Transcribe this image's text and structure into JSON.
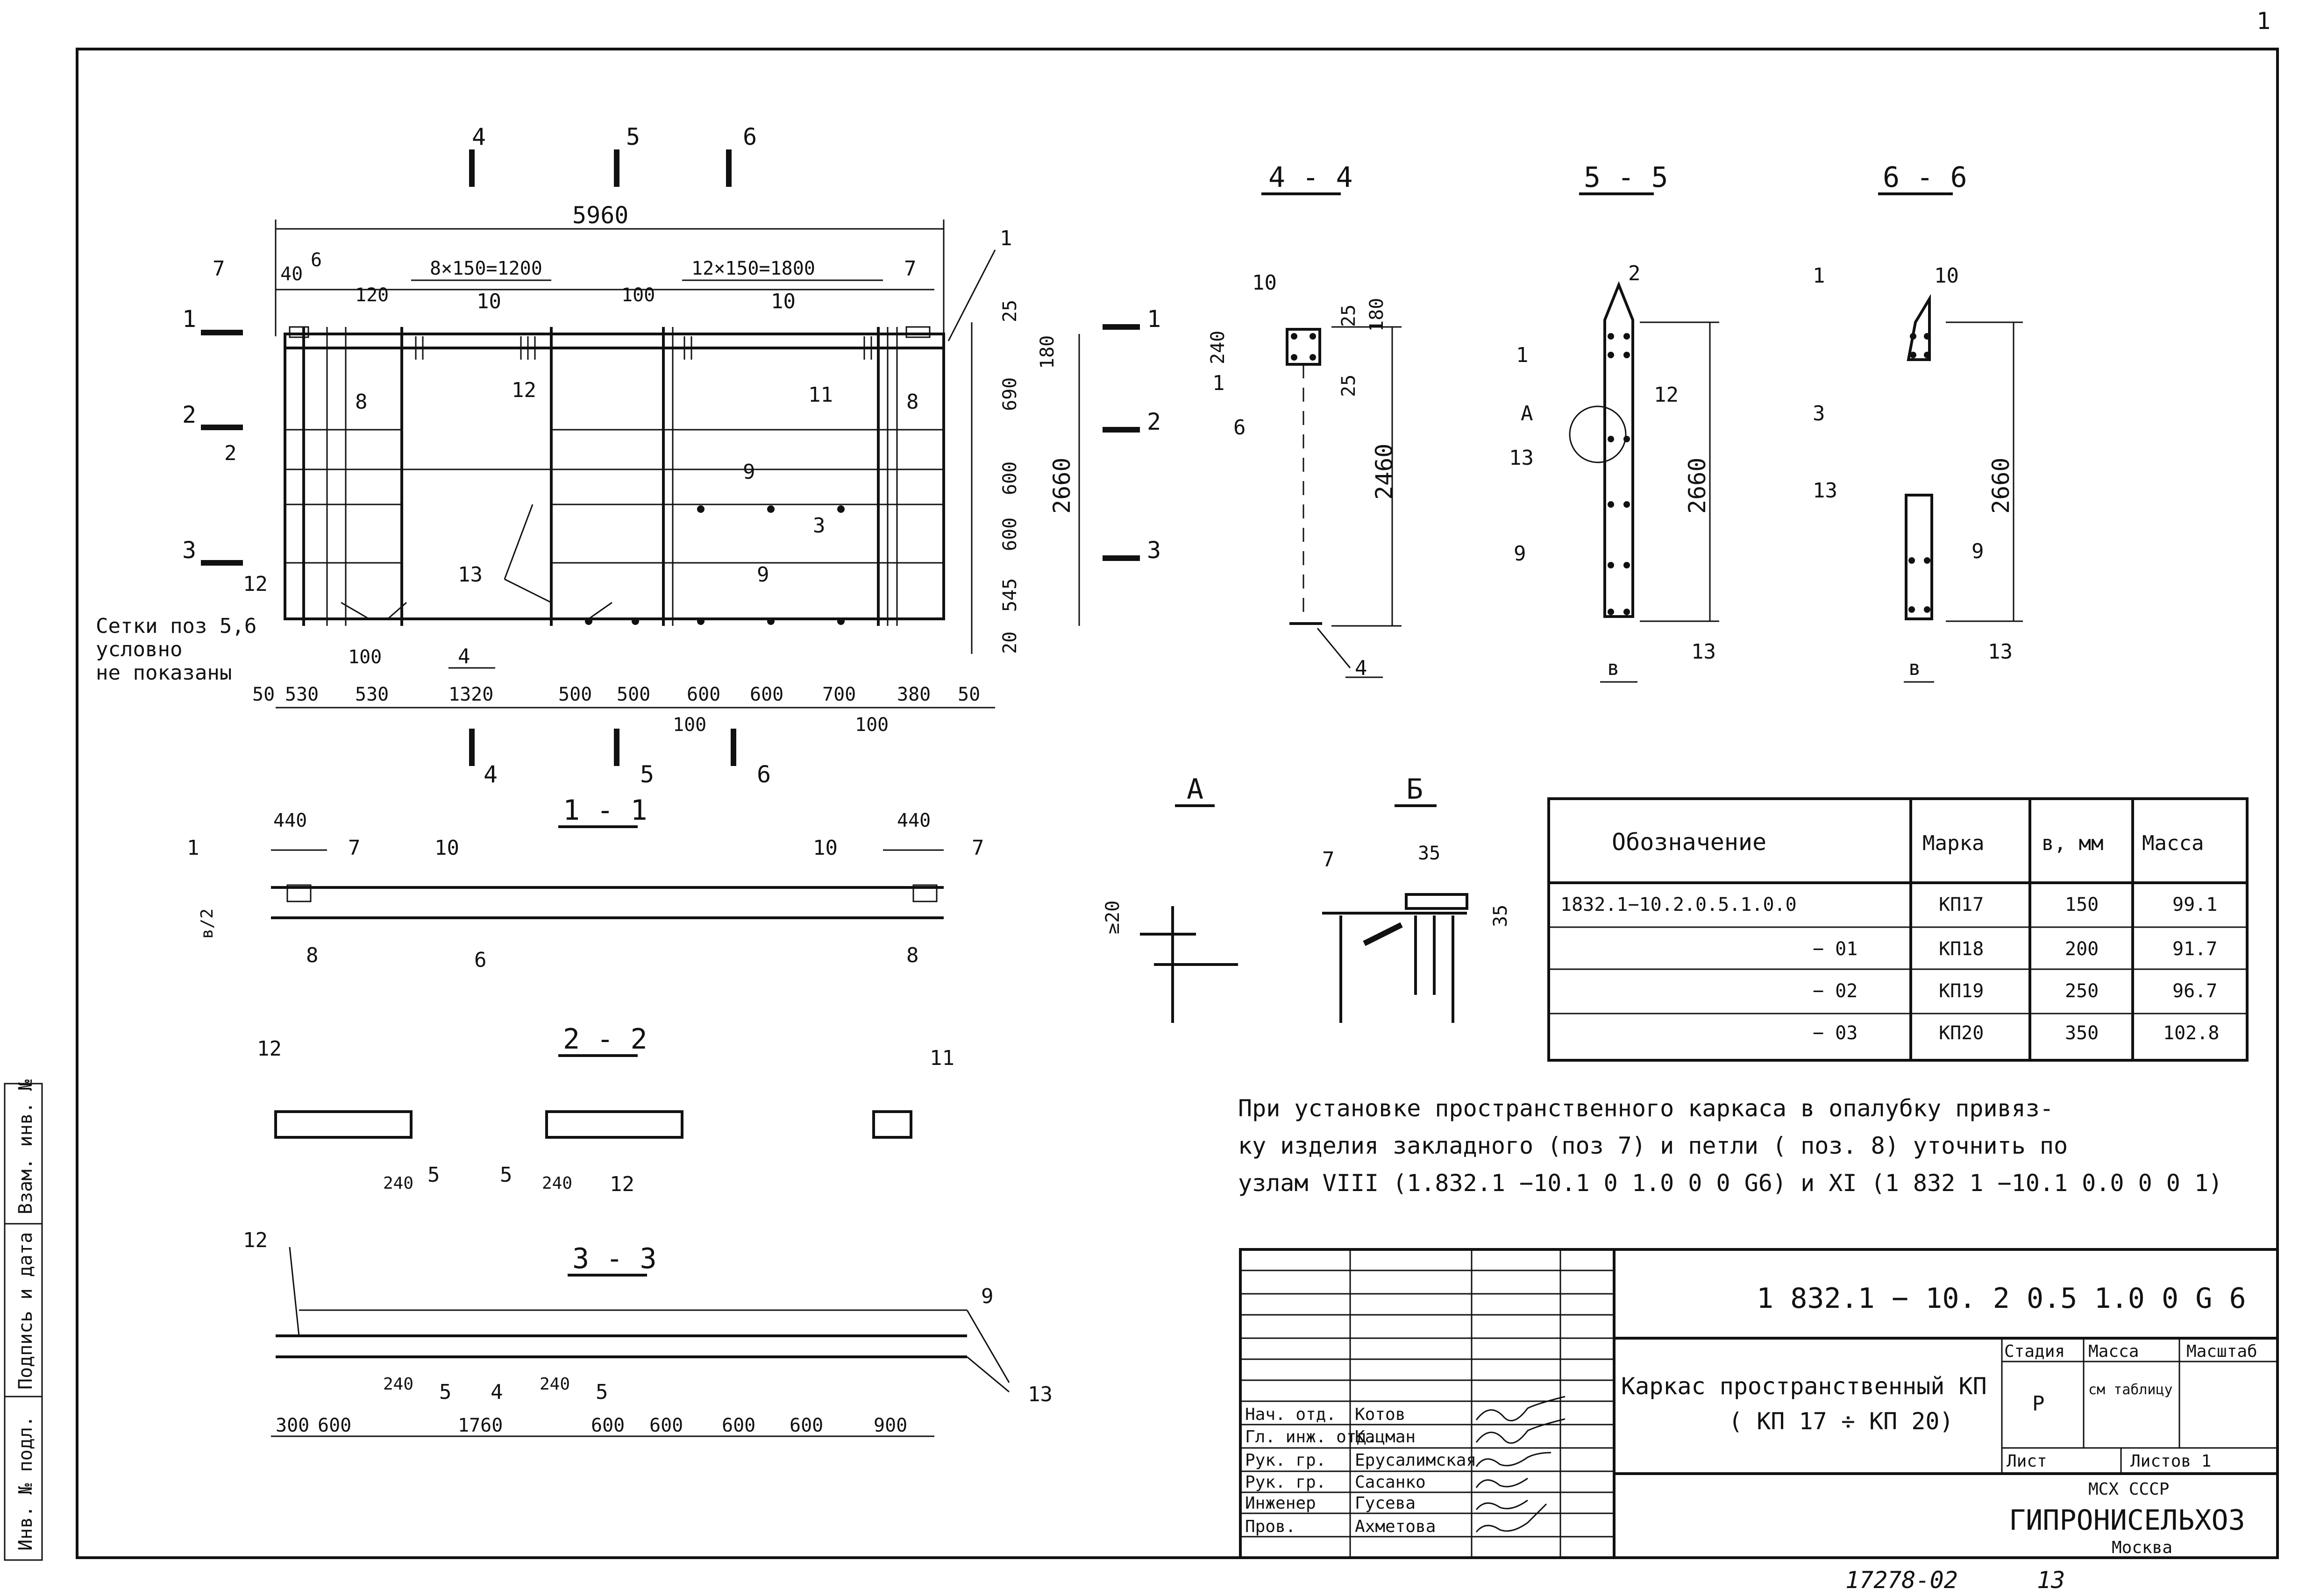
{
  "sheet": {
    "page_number": "1",
    "doc_code": "1 832.1 − 10. 2 0.5 1.0 0 G 6",
    "title_line1": "Каркас пространственный КП",
    "title_line2": "( КП 17 ÷ КП 20)",
    "stage_label": "Стадия",
    "stage_value": "Р",
    "mass_label": "Масса",
    "mass_value": "см таблицу",
    "scale_label": "Масштаб",
    "sheet_label": "Лист",
    "sheets_label": "Листов 1",
    "org1": "МСХ СССР",
    "org2": "ГИПРОНИСЕЛЬХОЗ",
    "org3": "Москва",
    "archive_no": "17278-02",
    "archive_page": "13",
    "signatures": [
      {
        "role": "Нач. отд.",
        "name": "Котов"
      },
      {
        "role": "Гл. инж. отд.",
        "name": "Кацман"
      },
      {
        "role": "Рук. гр.",
        "name": "Ерусалимская"
      },
      {
        "role": "Рук. гр.",
        "name": "Сасанко"
      },
      {
        "role": "Инженер",
        "name": "Гусева"
      },
      {
        "role": "Пров.",
        "name": "Ахметова"
      }
    ],
    "side_stamp": [
      "Инв. № подл.",
      "Подпись и дата",
      "Взам. инв. №"
    ]
  },
  "main_view": {
    "overall": "5960",
    "top_dims": [
      "40",
      "120",
      "8×150=1200",
      "100",
      "12×150=1800"
    ],
    "bottom_dims": [
      "50",
      "530",
      "530",
      "1320",
      "500",
      "500",
      "600",
      "600",
      "700",
      "380",
      "50"
    ],
    "bottom_sub": [
      "100",
      "100",
      "100"
    ],
    "right_dims": [
      "25",
      "180",
      "690",
      "600",
      "600",
      "545",
      "20"
    ],
    "height_total": "2660",
    "note_lines": [
      "Сетки поз 5,6",
      "условно",
      "не показаны"
    ],
    "section_marks_top": [
      "4",
      "5",
      "6"
    ],
    "section_marks_side": [
      "1",
      "2",
      "3"
    ],
    "positions": [
      "1",
      "2",
      "3",
      "4",
      "5",
      "6",
      "7",
      "8",
      "9",
      "10",
      "11",
      "12",
      "13"
    ]
  },
  "sections": {
    "s44": {
      "title": "4 - 4",
      "dims": [
        "25",
        "180",
        "240",
        "25",
        "2460"
      ]
    },
    "s55": {
      "title": "5 - 5",
      "dims": [
        "2660",
        "в"
      ],
      "detail": "А"
    },
    "s66": {
      "title": "6 - 6",
      "dims": [
        "2660",
        "в"
      ]
    },
    "s11": {
      "title": "1 - 1",
      "dims": [
        "440",
        "440",
        "в/2"
      ]
    },
    "s22": {
      "title": "2 - 2",
      "dims": [
        "240",
        "240"
      ]
    },
    "s33": {
      "title": "3 - 3",
      "dims": [
        "300",
        "600",
        "1760",
        "600",
        "600",
        "600",
        "600",
        "900",
        "240",
        "240"
      ]
    },
    "detA": {
      "title": "А",
      "dim": "≥20"
    },
    "detB": {
      "title": "Б",
      "dims": [
        "35",
        "35"
      ]
    }
  },
  "spec_table": {
    "headers": [
      "Обозначение",
      "Марка",
      "в, мм",
      "Масса"
    ],
    "rows": [
      [
        "1832.1−10.2.0.5.1.0.0",
        "КП17",
        "150",
        "99.1"
      ],
      [
        "− 01",
        "КП18",
        "200",
        "91.7"
      ],
      [
        "− 02",
        "КП19",
        "250",
        "96.7"
      ],
      [
        "− 03",
        "КП20",
        "350",
        "102.8"
      ]
    ]
  },
  "note": {
    "line1": "При установке пространственного каркаса в опалубку привяз-",
    "line2": "ку изделия закладного (поз 7) и петли ( поз. 8) уточнить по",
    "line3": "узлам VIII (1.832.1 −10.1 0 1.0 0 0 G6) и XI (1 832 1 −10.1 0.0 0 0 1)"
  }
}
